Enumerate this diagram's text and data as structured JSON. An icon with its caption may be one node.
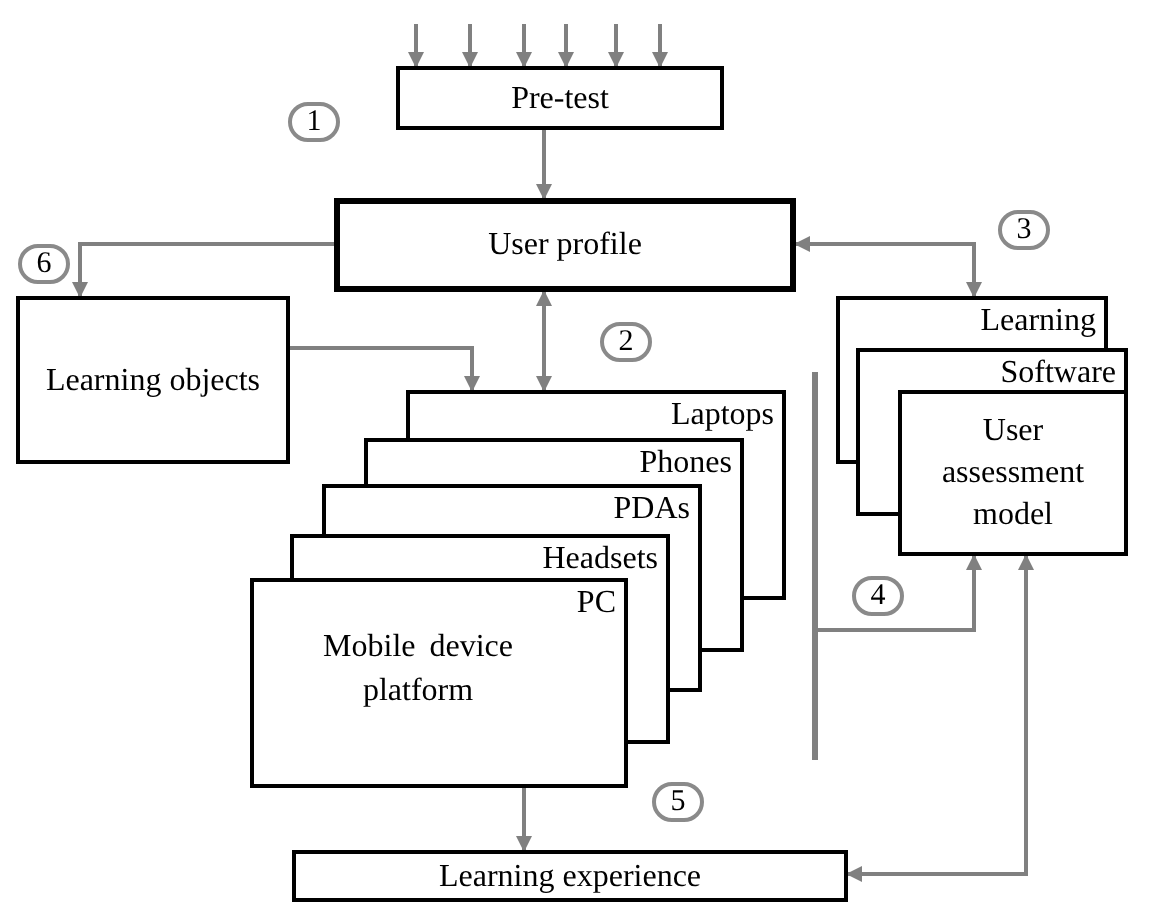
{
  "diagram": {
    "nodes": [
      {
        "text": [
          "Pre-test"
        ]
      },
      {
        "text": [
          "User profile"
        ]
      },
      {
        "text": [
          "Learning objects"
        ]
      },
      {
        "text": [
          "Laptops"
        ]
      },
      {
        "text": [
          "Phones"
        ]
      },
      {
        "text": [
          "PDAs"
        ]
      },
      {
        "text": [
          "Headsets"
        ]
      },
      {
        "text": [
          "PC",
          "Mobile device platform"
        ]
      },
      {
        "text": [
          "Learning"
        ]
      },
      {
        "text": [
          "Software"
        ]
      },
      {
        "text": [
          "User assessment model"
        ]
      },
      {
        "text": [
          "Learning experience"
        ]
      },
      {
        "text": [],
        "shape": "bar"
      }
    ],
    "edges": [
      {
        "from": null,
        "to": 0,
        "arrow": "to"
      },
      {
        "from": null,
        "to": 0,
        "arrow": "to"
      },
      {
        "from": null,
        "to": 0,
        "arrow": "to"
      },
      {
        "from": null,
        "to": 0,
        "arrow": "to"
      },
      {
        "from": null,
        "to": 0,
        "arrow": "to"
      },
      {
        "from": null,
        "to": 0,
        "arrow": "to"
      },
      {
        "from": 0,
        "to": 1,
        "arrow": "to"
      },
      {
        "from": 1,
        "to": 2,
        "arrow": "to"
      },
      {
        "from": 2,
        "to": 3,
        "arrow": "to"
      },
      {
        "from": 1,
        "to": 3,
        "arrow": "both"
      },
      {
        "from": 1,
        "to": 8,
        "arrow": "both"
      },
      {
        "from": 12,
        "to": 10,
        "arrow": "to"
      },
      {
        "from": 10,
        "to": 11,
        "arrow": "both"
      },
      {
        "from": 7,
        "to": 11,
        "arrow": "to"
      }
    ],
    "labels": [
      "1",
      "6",
      "3",
      "2",
      "4",
      "5"
    ]
  }
}
